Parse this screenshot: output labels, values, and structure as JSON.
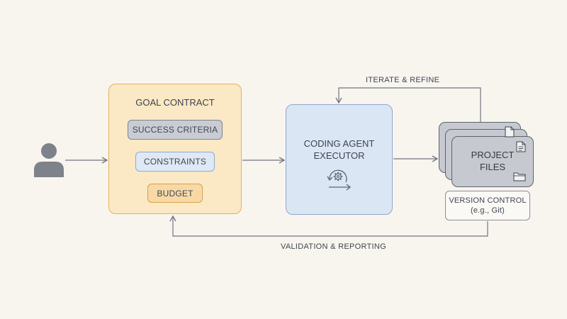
{
  "goal_contract": {
    "title": "GOAL CONTRACT",
    "items": {
      "success": "SUCCESS CRITERIA",
      "constraints": "CONSTRAINTS",
      "budget": "BUDGET"
    }
  },
  "executor": {
    "line1": "CODING AGENT",
    "line2": "EXECUTOR"
  },
  "project_files": {
    "line1": "PROJECT",
    "line2": "FILES"
  },
  "version_control": {
    "line1": "VERSION CONTROL",
    "line2": "(e.g., Git)"
  },
  "flows": {
    "iterate": "ITERATE & REFINE",
    "validation": "VALIDATION & REPORTING"
  },
  "icons": {
    "user": "user-icon",
    "cycle": "gear-cycle-icon",
    "document": "document-icon",
    "folder": "folder-icon"
  },
  "colors": {
    "background": "#f8f5ef",
    "goal_fill": "#fbe8c4",
    "goal_border": "#e3b25b",
    "executor_fill": "#dbe6f5",
    "executor_border": "#8fa7cc",
    "files_fill": "#c6c9d0",
    "user": "#7d828b",
    "wire": "#6f7580"
  }
}
